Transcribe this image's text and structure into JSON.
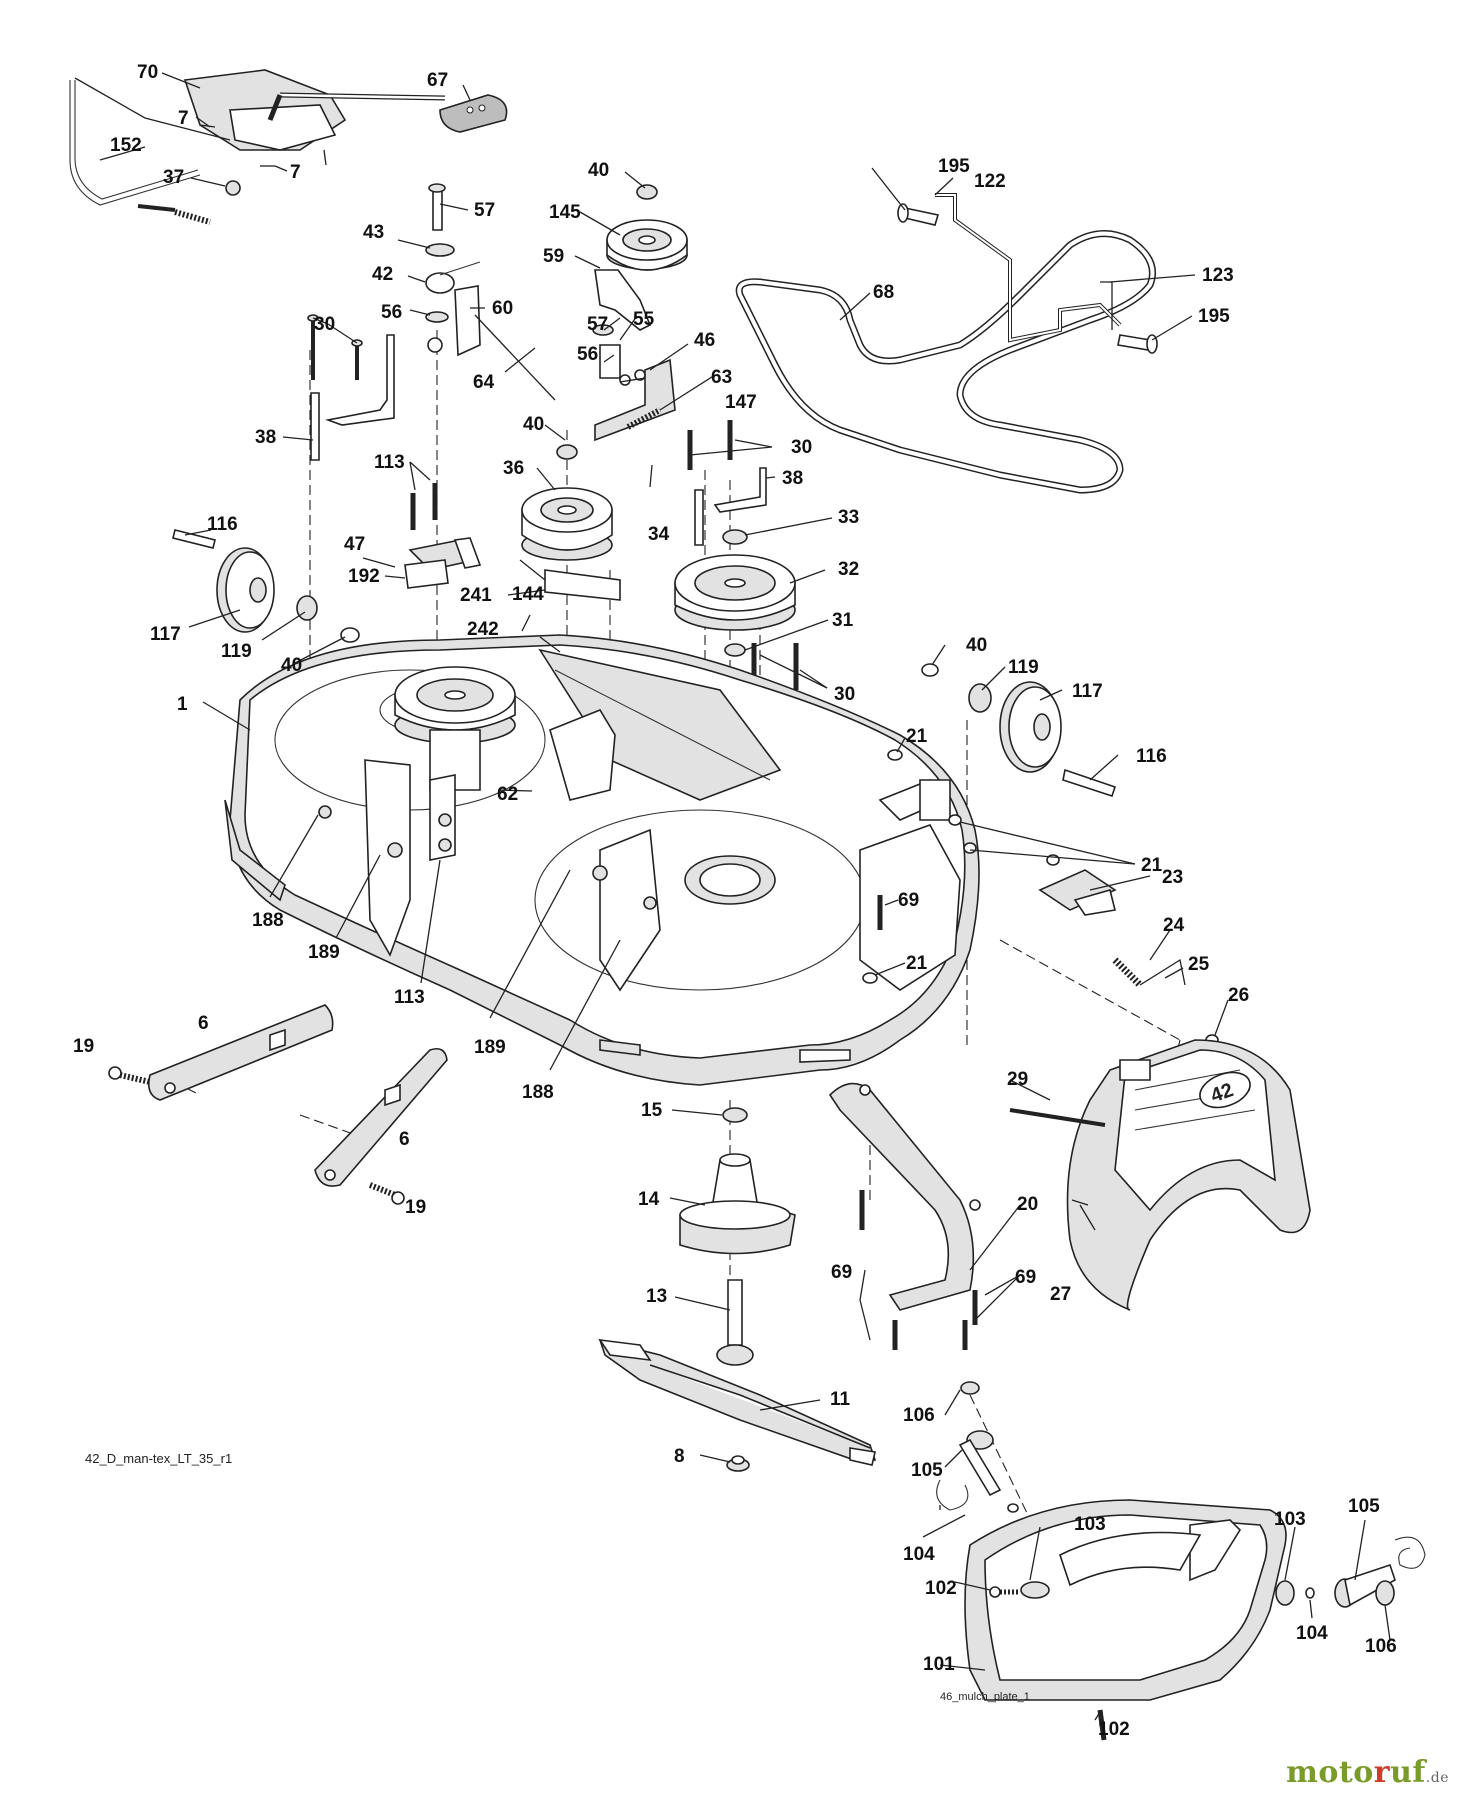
{
  "drawing_id": "42_D_man-tex_LT_35_r1",
  "sub_drawing_id": "46_mulch_plate_1",
  "brand": {
    "name_prefix": "moto",
    "name_r": "r",
    "name_suffix": "uf",
    "tld": ".de"
  },
  "deck_emboss": "42",
  "callouts": {
    "c1": "1",
    "c6a": "6",
    "c6b": "6",
    "c7a": "7",
    "c7b": "7",
    "c8": "8",
    "c11": "11",
    "c13": "13",
    "c14": "14",
    "c15": "15",
    "c19a": "19",
    "c19b": "19",
    "c20": "20",
    "c21a": "21",
    "c21b": "21",
    "c21c": "21",
    "c23": "23",
    "c24": "24",
    "c25": "25",
    "c26": "26",
    "c27": "27",
    "c29": "29",
    "c30a": "30",
    "c30b": "30",
    "c30c": "30",
    "c31": "31",
    "c32": "32",
    "c33": "33",
    "c34": "34",
    "c36": "36",
    "c37": "37",
    "c38a": "38",
    "c38b": "38",
    "c40a": "40",
    "c40b": "40",
    "c40c": "40",
    "c40d": "40",
    "c42": "42",
    "c43": "43",
    "c46": "46",
    "c47": "47",
    "c55": "55",
    "c56a": "56",
    "c56b": "56",
    "c57a": "57",
    "c57b": "57",
    "c59": "59",
    "c60": "60",
    "c62": "62",
    "c63": "63",
    "c64": "64",
    "c67": "67",
    "c68": "68",
    "c69a": "69",
    "c69b": "69",
    "c69c": "69",
    "c70": "70",
    "c101": "101",
    "c102a": "102",
    "c102b": "102",
    "c103a": "103",
    "c103b": "103",
    "c104a": "104",
    "c104b": "104",
    "c105a": "105",
    "c105b": "105",
    "c106a": "106",
    "c106b": "106",
    "c113a": "113",
    "c113b": "113",
    "c116a": "116",
    "c116b": "116",
    "c117a": "117",
    "c117b": "117",
    "c119a": "119",
    "c119b": "119",
    "c122": "122",
    "c123": "123",
    "c144": "144",
    "c145": "145",
    "c147": "147",
    "c152": "152",
    "c188a": "188",
    "c188b": "188",
    "c189a": "189",
    "c189b": "189",
    "c192": "192",
    "c195a": "195",
    "c195b": "195",
    "c241": "241",
    "c242": "242"
  }
}
